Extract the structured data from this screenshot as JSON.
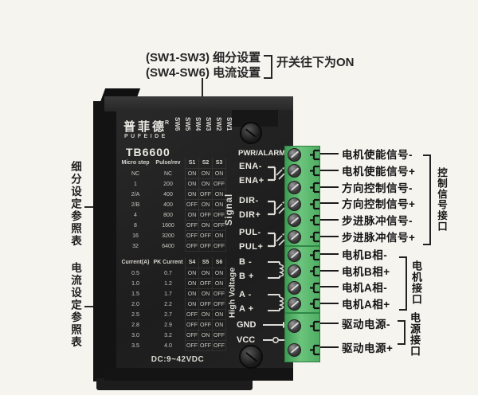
{
  "colors": {
    "background": "#f6f4ef",
    "driver_body": "#1f1f1f",
    "terminal_green": "#55b268",
    "annotation_text": "#262626",
    "panel_text": "#eae8e2"
  },
  "icons": {
    "screw": "screw-icon",
    "opto_led": "opto-led-icon",
    "coil": "coil-icon",
    "gnd_arrow": "gnd-arrow-icon",
    "vcc_line": "vcc-line-icon",
    "terminal_fork": "terminal-fork-icon"
  },
  "top_annotation": {
    "line1": "(SW1-SW3) 细分设置",
    "line2": "(SW4-SW6) 电流设置",
    "note": "开关往下为ON"
  },
  "left_annotations": {
    "microstep": "细分设定参照表",
    "current": "电流设定参照表"
  },
  "driver": {
    "brand_cn": "普菲德",
    "brand_reg": "R",
    "brand_en": "PUFEIDE",
    "model": "TB6600",
    "dip_labels": [
      "SW6",
      "SW5",
      "SW4",
      "SW3",
      "SW2",
      "SW1"
    ],
    "pwr_alarm": "PWR/ALARM",
    "side_signal": "Signal",
    "side_high_voltage": "High Voltage",
    "voltage": "DC:9~42VDC",
    "signal_pairs": [
      {
        "top": "ENA-",
        "bottom": "ENA+"
      },
      {
        "top": "DIR-",
        "bottom": "DIR+"
      },
      {
        "top": "PUL-",
        "bottom": "PUL+"
      }
    ],
    "motor_pairs": [
      {
        "top": "B -",
        "bottom": "B +"
      },
      {
        "top": "A -",
        "bottom": "A +"
      }
    ],
    "gnd": "GND",
    "vcc": "VCC",
    "microstep_table": {
      "headers": [
        "Micro step",
        "Pulse/rev",
        "S1",
        "S2",
        "S3"
      ],
      "rows": [
        [
          "NC",
          "NC",
          "ON",
          "ON",
          "ON"
        ],
        [
          "1",
          "200",
          "ON",
          "ON",
          "OFF"
        ],
        [
          "2/A",
          "400",
          "ON",
          "OFF",
          "ON"
        ],
        [
          "2/B",
          "400",
          "OFF",
          "ON",
          "ON"
        ],
        [
          "4",
          "800",
          "ON",
          "OFF",
          "OFF"
        ],
        [
          "8",
          "1600",
          "OFF",
          "ON",
          "OFF"
        ],
        [
          "16",
          "3200",
          "OFF",
          "OFF",
          "ON"
        ],
        [
          "32",
          "6400",
          "OFF",
          "OFF",
          "OFF"
        ]
      ]
    },
    "current_table": {
      "headers": [
        "Current(A)",
        "PK Current",
        "S4",
        "S5",
        "S6"
      ],
      "rows": [
        [
          "0.5",
          "0.7",
          "ON",
          "ON",
          "ON"
        ],
        [
          "1.0",
          "1.2",
          "ON",
          "OFF",
          "ON"
        ],
        [
          "1.5",
          "1.7",
          "ON",
          "ON",
          "OFF"
        ],
        [
          "2.0",
          "2.2",
          "ON",
          "OFF",
          "OFF"
        ],
        [
          "2.5",
          "2.7",
          "OFF",
          "ON",
          "ON"
        ],
        [
          "2.8",
          "2.9",
          "OFF",
          "OFF",
          "ON"
        ],
        [
          "3.0",
          "3.2",
          "OFF",
          "ON",
          "OFF"
        ],
        [
          "3.5",
          "4.0",
          "OFF",
          "OFF",
          "OFF"
        ]
      ]
    }
  },
  "connections": {
    "signal": {
      "labels": [
        "电机使能信号-",
        "电机使能信号+",
        "方向控制信号-",
        "方向控制信号+",
        "步进脉冲信号-",
        "步进脉冲信号+"
      ],
      "group": "控制信号接口"
    },
    "motor": {
      "labels": [
        "电机B相-",
        "电机B相+",
        "电机A相-",
        "电机A相+"
      ],
      "group": "电机接口"
    },
    "power": {
      "labels": [
        "驱动电源-",
        "驱动电源+"
      ],
      "group": "电源接口"
    }
  }
}
